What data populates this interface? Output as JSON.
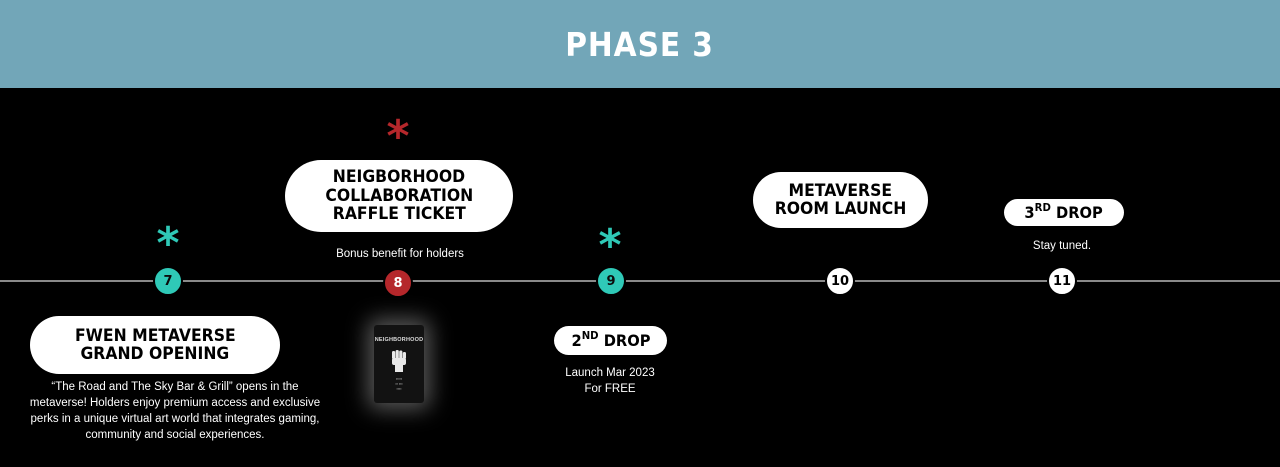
{
  "header": {
    "title": "PHASE 3"
  },
  "milestones": [
    {
      "number": "7",
      "title_lines": [
        "FWEN METAVERSE",
        "GRAND OPENING"
      ],
      "description_lines": [
        "“The Road and The Sky Bar & Grill” opens in the",
        "metaverse! Holders enjoy premium access and exclusive",
        "perks in a unique virtual art world that integrates gaming,",
        "community  and social experiences."
      ],
      "color": "#2fc9b7"
    },
    {
      "number": "8",
      "title_lines": [
        "NEIGBORHOOD",
        "COLLABORATION",
        "RAFFLE TICKET"
      ],
      "description": "Bonus benefit for holders",
      "color": "#b5272b",
      "card": {
        "brand": "NEIGHBORHOOD",
        "icon": "raised-fist-icon"
      }
    },
    {
      "number": "9",
      "title_main": "2",
      "title_sup": "ND",
      "title_rest": " DROP",
      "description_lines": [
        "Launch Mar 2023",
        "For FREE"
      ],
      "color": "#2fc9b7"
    },
    {
      "number": "10",
      "title_lines": [
        "METAVERSE",
        "ROOM LAUNCH"
      ],
      "color": "#ffffff"
    },
    {
      "number": "11",
      "title_main": "3",
      "title_sup": "RD",
      "title_rest": " DROP",
      "description": "Stay tuned.",
      "color": "#ffffff"
    }
  ],
  "colors": {
    "header": "#72a6b8",
    "teal": "#2fc9b7",
    "red": "#b5272b",
    "background": "#000000"
  }
}
